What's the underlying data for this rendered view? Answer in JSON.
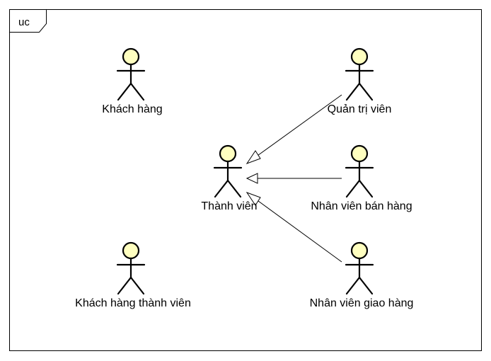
{
  "frame": {
    "label": "uc"
  },
  "colors": {
    "actor_fill": "#ffffc0",
    "stroke": "#000000",
    "background": "#ffffff"
  },
  "actors": [
    {
      "id": "khach-hang",
      "label": "Khách hàng"
    },
    {
      "id": "quan-tri-vien",
      "label": "Quản trị viên"
    },
    {
      "id": "thanh-vien",
      "label": "Thành viên"
    },
    {
      "id": "nhan-vien-ban-hang",
      "label": "Nhân viên bán hàng"
    },
    {
      "id": "khach-hang-thanh-vien",
      "label": "Khách hàng thành viên"
    },
    {
      "id": "nhan-vien-giao-hang",
      "label": "Nhân viên giao hàng"
    }
  ],
  "relationships": [
    {
      "type": "generalization",
      "from": "quan-tri-vien",
      "to": "thanh-vien"
    },
    {
      "type": "generalization",
      "from": "nhan-vien-ban-hang",
      "to": "thanh-vien"
    },
    {
      "type": "generalization",
      "from": "nhan-vien-giao-hang",
      "to": "thanh-vien"
    }
  ]
}
